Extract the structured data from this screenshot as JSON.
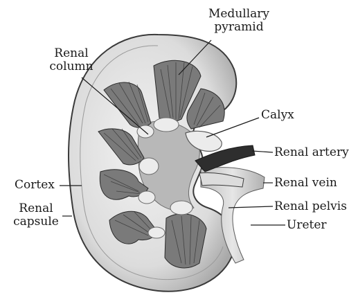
{
  "labels": {
    "medullary_pyramid_line1": "Medullary",
    "medullary_pyramid_line2": "pyramid",
    "renal_column_line1": "Renal",
    "renal_column_line2": "column",
    "calyx": "Calyx",
    "renal_artery": "Renal artery",
    "cortex": "Cortex",
    "renal_vein": "Renal vein",
    "renal_capsule_line1": "Renal",
    "renal_capsule_line2": "capsule",
    "renal_pelvis": "Renal pelvis",
    "ureter": "Ureter"
  },
  "colors": {
    "capsule_outline": "#3a3a3a",
    "cortex_fill": "#d9d9d9",
    "pyramid_fill": "#7a7a7a",
    "pyramid_striation": "#2a2a2a",
    "sinus_fill": "#b8b8b8",
    "calyx_fill": "#ececec",
    "artery_fill": "#2e2e2e",
    "vein_fill": "#dcdcdc",
    "leader_line": "#1a1a1a"
  }
}
